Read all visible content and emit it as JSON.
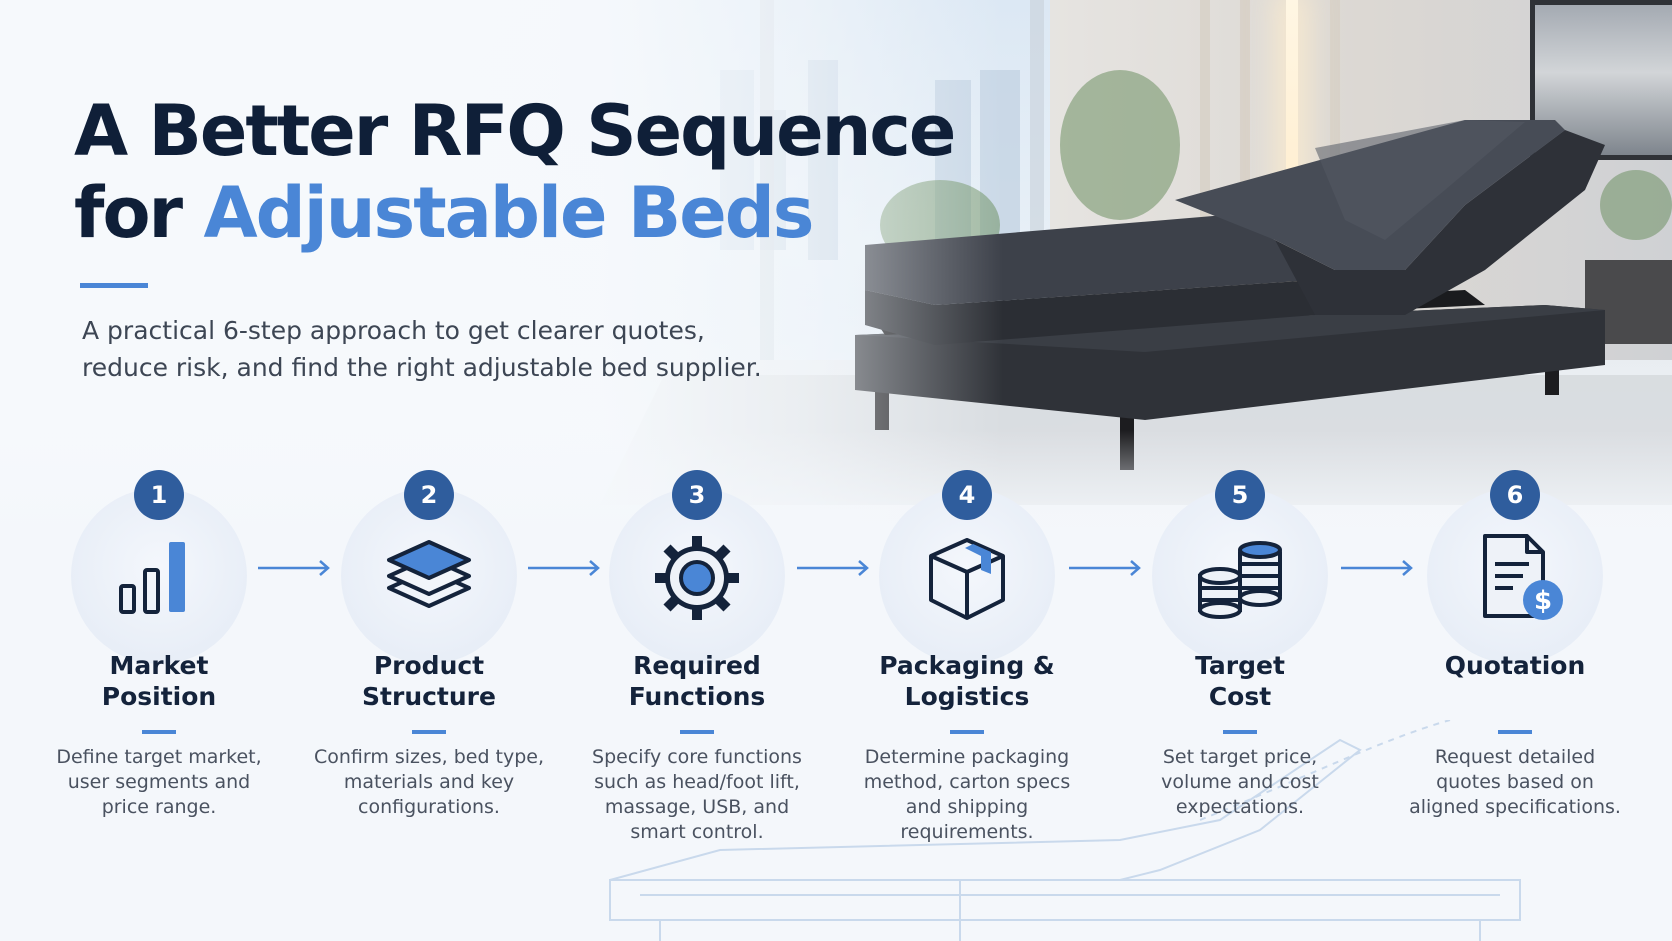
{
  "headline": {
    "line1": "A Better RFQ Sequence",
    "line2_prefix": "for ",
    "line2_accent": "Adjustable Beds"
  },
  "subtitle": "A practical 6-step approach to get clearer quotes, reduce risk, and find the right adjustable bed supplier.",
  "colors": {
    "accent": "#4a86d6",
    "navy": "#0f1f38",
    "badge": "#2f5d9d"
  },
  "steps": [
    {
      "number": "1",
      "icon": "bar-chart-icon",
      "label": "Market\nPosition",
      "description": "Define target market,\nuser segments and\nprice range."
    },
    {
      "number": "2",
      "icon": "layers-icon",
      "label": "Product\nStructure",
      "description": "Confirm sizes, bed type,\nmaterials and key\nconfigurations."
    },
    {
      "number": "3",
      "icon": "gear-icon",
      "label": "Required\nFunctions",
      "description": "Specify core functions\nsuch as head/foot lift,\nmassage, USB, and\nsmart control."
    },
    {
      "number": "4",
      "icon": "package-box-icon",
      "label": "Packaging &\nLogistics",
      "description": "Determine packaging\nmethod, carton specs\nand shipping\nrequirements."
    },
    {
      "number": "5",
      "icon": "coin-stacks-icon",
      "label": "Target\nCost",
      "description": "Set target price,\nvolume and cost\nexpectations."
    },
    {
      "number": "6",
      "icon": "invoice-dollar-icon",
      "label": "Quotation",
      "description": "Request detailed\nquotes based on\naligned specifications."
    }
  ]
}
